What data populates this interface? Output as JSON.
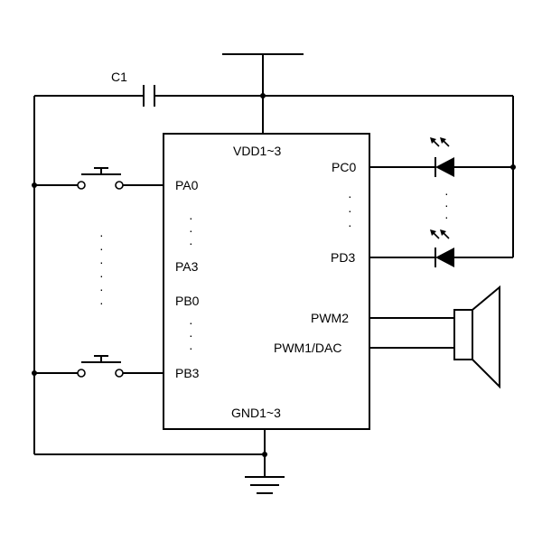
{
  "capacitor": {
    "label": "C1"
  },
  "chip": {
    "power_label": "VDD1~3",
    "ground_label": "GND1~3",
    "left_pins": {
      "pa_top": "PA0",
      "pa_bottom": "PA3",
      "pb_top": "PB0",
      "pb_bottom": "PB3"
    },
    "right_pins": {
      "pc": "PC0",
      "pd": "PD3",
      "pwm2": "PWM2",
      "pwm1": "PWM1/DAC"
    }
  },
  "ellipsis": "·"
}
